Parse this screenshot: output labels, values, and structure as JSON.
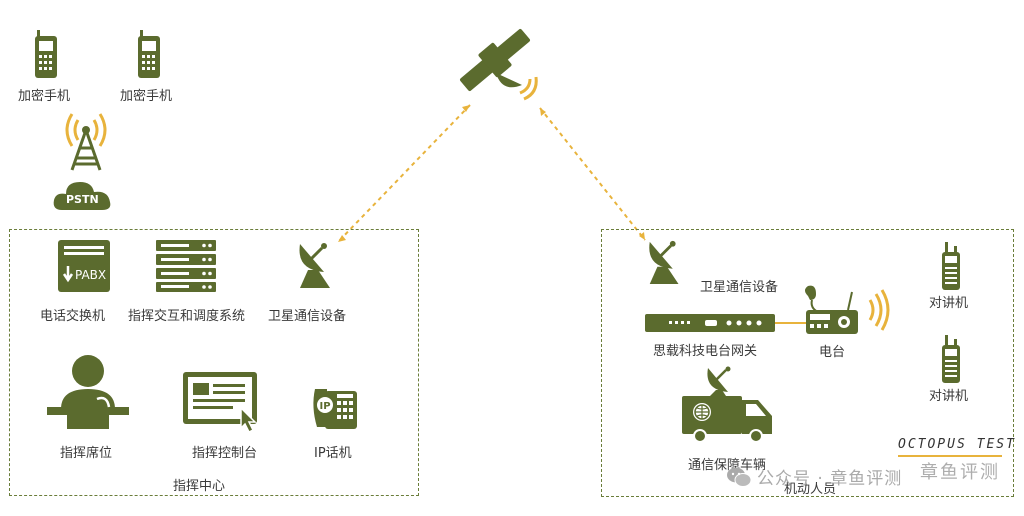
{
  "colors": {
    "primary": "#5b6b2e",
    "accent": "#e8b33c",
    "frame": "#6a7d3a",
    "text": "#3a3a3a"
  },
  "top": {
    "phone_1": "加密手机",
    "phone_2": "加密手机",
    "pstn": "PSTN"
  },
  "command_center": {
    "title": "指挥中心",
    "pabx_text": "PABX",
    "pabx": "电话交换机",
    "dispatch": "指挥交互和调度系统",
    "satellite": "卫星通信设备",
    "seat": "指挥席位",
    "console": "指挥控制台",
    "ipphone": "IP话机"
  },
  "mobile": {
    "title": "机动人员",
    "satellite": "卫星通信设备",
    "gateway": "思载科技电台网关",
    "radio": "电台",
    "walkie_1": "对讲机",
    "walkie_2": "对讲机",
    "vehicle": "通信保障车辆"
  },
  "watermark": {
    "brand_en": "OCTOPUS TEST",
    "brand_cn": "章鱼评测",
    "wechat": "公众号 · 章鱼评测"
  }
}
